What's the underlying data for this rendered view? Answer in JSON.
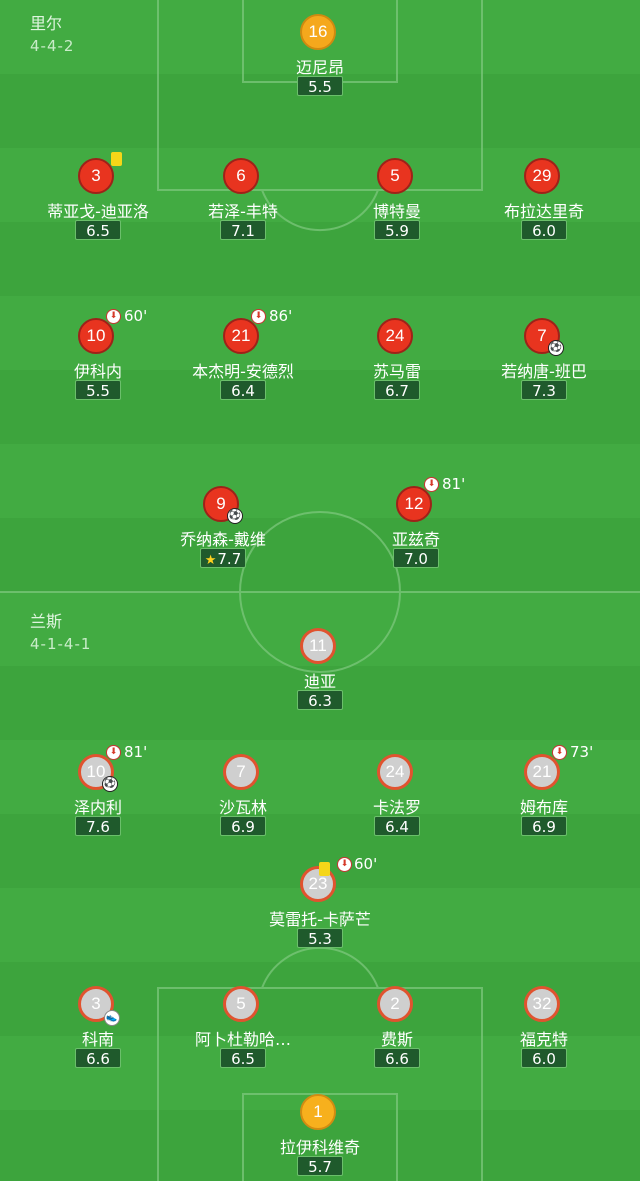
{
  "home": {
    "name": "里尔",
    "formation": "4-4-2",
    "players": [
      {
        "num": "16",
        "name": "迈尼昂",
        "rating": "5.5",
        "kit": "gk1"
      },
      {
        "num": "3",
        "name": "蒂亚戈-迪亚洛",
        "rating": "6.5",
        "kit": "red",
        "yellow": true
      },
      {
        "num": "6",
        "name": "若泽-丰特",
        "rating": "7.1",
        "kit": "red"
      },
      {
        "num": "5",
        "name": "博特曼",
        "rating": "5.9",
        "kit": "red"
      },
      {
        "num": "29",
        "name": "布拉达里奇",
        "rating": "6.0",
        "kit": "red"
      },
      {
        "num": "10",
        "name": "伊科内",
        "rating": "5.5",
        "kit": "red",
        "sub": "60'"
      },
      {
        "num": "21",
        "name": "本杰明-安德烈",
        "rating": "6.4",
        "kit": "red",
        "sub": "86'"
      },
      {
        "num": "24",
        "name": "苏马雷",
        "rating": "6.7",
        "kit": "red"
      },
      {
        "num": "7",
        "name": "若纳唐-班巴",
        "rating": "7.3",
        "kit": "red",
        "goal": true
      },
      {
        "num": "9",
        "name": "乔纳森-戴维",
        "rating": "7.7",
        "kit": "red",
        "goal": true,
        "star": true
      },
      {
        "num": "12",
        "name": "亚兹奇",
        "rating": "7.0",
        "kit": "red",
        "sub": "81'"
      }
    ]
  },
  "away": {
    "name": "兰斯",
    "formation": "4-1-4-1",
    "players": [
      {
        "num": "11",
        "name": "迪亚",
        "rating": "6.3",
        "kit": "grey"
      },
      {
        "num": "10",
        "name": "泽内利",
        "rating": "7.6",
        "kit": "grey",
        "sub": "81'",
        "goal": true
      },
      {
        "num": "7",
        "name": "沙瓦林",
        "rating": "6.9",
        "kit": "grey"
      },
      {
        "num": "24",
        "name": "卡法罗",
        "rating": "6.4",
        "kit": "grey"
      },
      {
        "num": "21",
        "name": "姆布库",
        "rating": "6.9",
        "kit": "grey",
        "sub": "73'"
      },
      {
        "num": "23",
        "name": "莫雷托-卡萨芒",
        "rating": "5.3",
        "kit": "grey",
        "yellow": true,
        "sub": "60'"
      },
      {
        "num": "3",
        "name": "科南",
        "rating": "6.6",
        "kit": "grey",
        "assist": true
      },
      {
        "num": "5",
        "name": "阿卜杜勒哈…",
        "rating": "6.5",
        "kit": "grey"
      },
      {
        "num": "2",
        "name": "费斯",
        "rating": "6.6",
        "kit": "grey"
      },
      {
        "num": "32",
        "name": "福克特",
        "rating": "6.0",
        "kit": "grey"
      },
      {
        "num": "1",
        "name": "拉伊科维奇",
        "rating": "5.7",
        "kit": "gk2"
      }
    ]
  },
  "icons": {
    "sub_icon": "substitution-out-arrow",
    "goal_icon": "football",
    "assist_icon": "boot",
    "card_icon": "yellow-card",
    "star_icon": "star"
  },
  "colors": {
    "pitch": "#3da43d",
    "home_kit": "#e8341f",
    "away_kit": "#cfcfcf",
    "away_trim": "#e0532f",
    "gk_home": "#f5a81c",
    "gk_away": "#f7b01d",
    "rating_bg": "#1f5a2c",
    "yellow_card": "#f5d618"
  }
}
